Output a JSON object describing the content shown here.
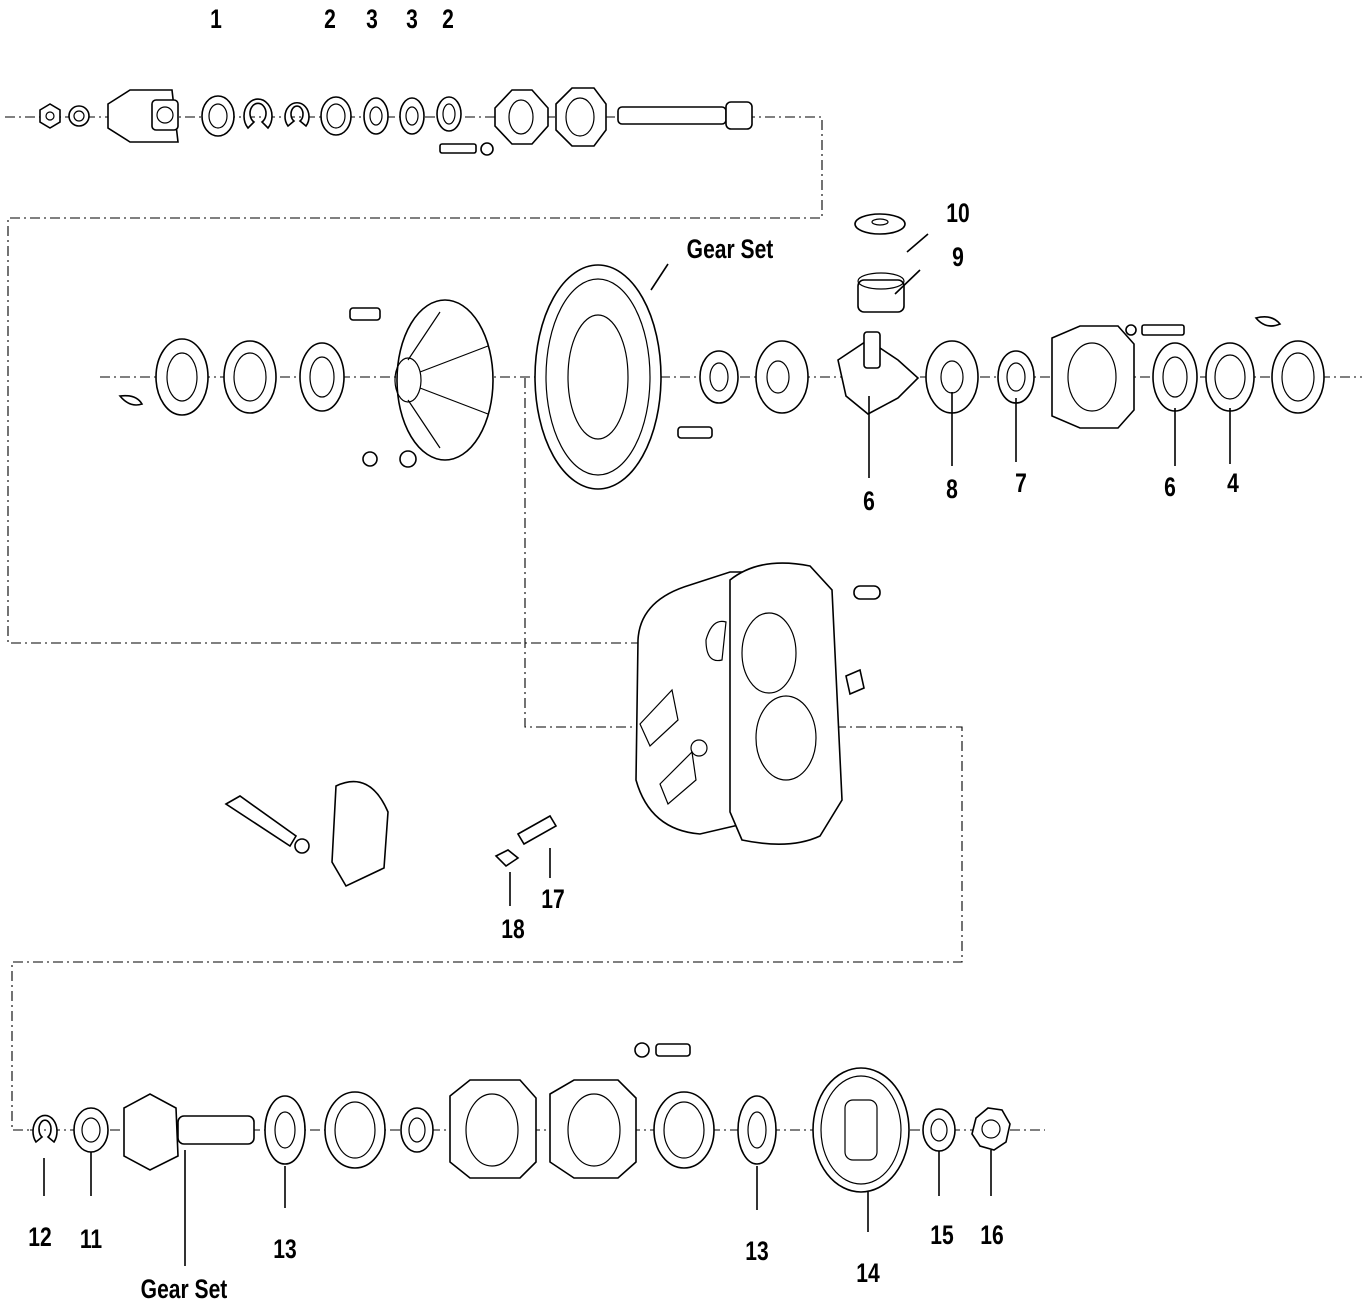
{
  "labels": {
    "l1": "1",
    "l2a": "2",
    "l3a": "3",
    "l3b": "3",
    "l2b": "2",
    "l10": "10",
    "l9": "9",
    "gear_set_top": "Gear Set",
    "l6a": "6",
    "l8": "8",
    "l7": "7",
    "l6b": "6",
    "l4": "4",
    "l17": "17",
    "l18": "18",
    "l12": "12",
    "l11": "11",
    "gear_set_bottom": "Gear Set",
    "l13a": "13",
    "l13b": "13",
    "l14": "14",
    "l15": "15",
    "l16": "16"
  },
  "colors": {
    "line": "#000000",
    "background": "#ffffff"
  }
}
